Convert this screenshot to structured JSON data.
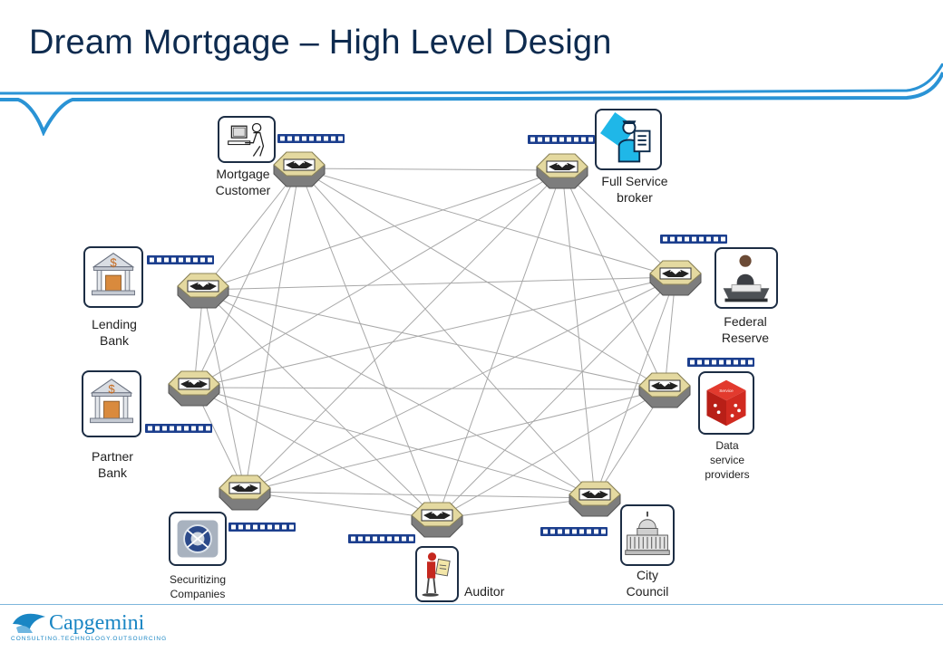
{
  "title": "Dream Mortgage – High Level Design",
  "brand": {
    "name": "Capgemini",
    "tagline": "CONSULTING.TECHNOLOGY.OUTSOURCING",
    "color": "#1a86c4"
  },
  "colors": {
    "title": "#0e2b4f",
    "accent_wave": "#2a93d5",
    "chain": "#1c3f8e",
    "edge": "#a8a8a8",
    "node_top": "#e4d9a0",
    "node_side": "#7d7d7d"
  },
  "participants": [
    {
      "id": "mortgage-customer",
      "label_lines": [
        "Mortgage",
        "Customer"
      ],
      "icon": "person-at-computer-icon"
    },
    {
      "id": "full-service-broker",
      "label_lines": [
        "Full Service",
        "broker"
      ],
      "icon": "broker-clipboard-icon"
    },
    {
      "id": "federal-reserve",
      "label_lines": [
        "Federal",
        "Reserve"
      ],
      "icon": "seated-official-icon"
    },
    {
      "id": "data-service-providers",
      "label_lines": [
        "Data",
        "service",
        "providers"
      ],
      "icon": "red-service-cube-icon"
    },
    {
      "id": "city-council",
      "label_lines": [
        "City",
        "Council"
      ],
      "icon": "capitol-building-icon"
    },
    {
      "id": "auditor",
      "label_lines": [
        "Auditor"
      ],
      "icon": "auditor-figure-icon"
    },
    {
      "id": "securitizing-companies",
      "label_lines": [
        "Securitizing",
        "Companies"
      ],
      "icon": "securities-seal-icon"
    },
    {
      "id": "partner-bank",
      "label_lines": [
        "Partner",
        "Bank"
      ],
      "icon": "bank-building-icon"
    },
    {
      "id": "lending-bank",
      "label_lines": [
        "Lending",
        "Bank"
      ],
      "icon": "bank-building-icon"
    }
  ],
  "network": {
    "topology": "full-mesh",
    "node_icon": "handshake-hexagon-node-icon",
    "ledger_icon": "blockchain-chain-icon"
  }
}
